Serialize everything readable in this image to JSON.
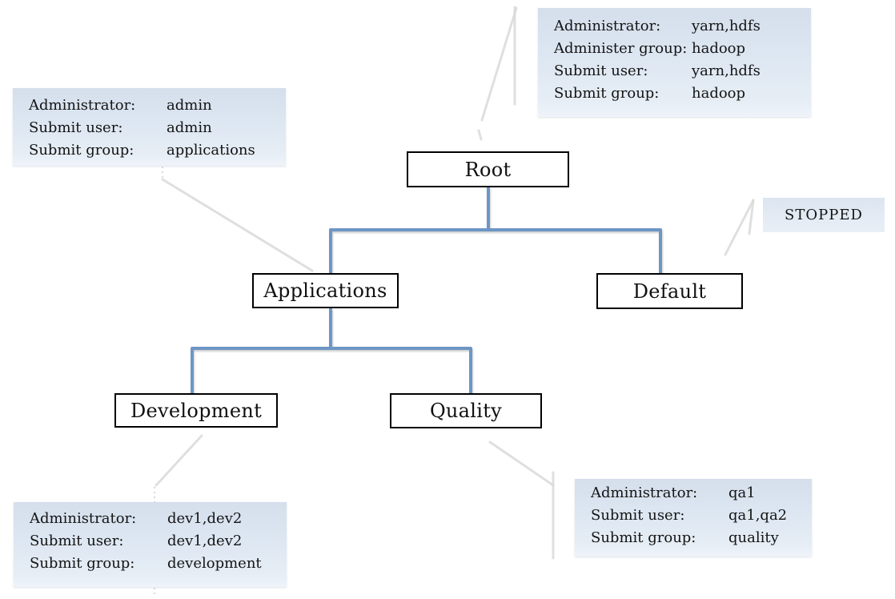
{
  "nodes": {
    "root": {
      "label": "Root"
    },
    "applications": {
      "label": "Applications"
    },
    "default": {
      "label": "Default"
    },
    "development": {
      "label": "Development"
    },
    "quality": {
      "label": "Quality"
    }
  },
  "status": {
    "label": "STOPPED"
  },
  "callouts": {
    "root": {
      "rows": [
        {
          "label": "Administrator:",
          "value": "yarn,hdfs"
        },
        {
          "label": "Administer group:",
          "value": "hadoop"
        },
        {
          "label": "Submit user:",
          "value": "yarn,hdfs"
        },
        {
          "label": "Submit group:",
          "value": "hadoop"
        }
      ]
    },
    "applications": {
      "rows": [
        {
          "label": "Administrator:",
          "value": "admin"
        },
        {
          "label": "Submit user:",
          "value": "admin"
        },
        {
          "label": "Submit group:",
          "value": "applications"
        }
      ]
    },
    "development": {
      "rows": [
        {
          "label": "Administrator:",
          "value": "dev1,dev2"
        },
        {
          "label": "Submit user:",
          "value": "dev1,dev2"
        },
        {
          "label": "Submit group:",
          "value": "development"
        }
      ]
    },
    "quality": {
      "rows": [
        {
          "label": "Administrator:",
          "value": "qa1"
        },
        {
          "label": "Submit user:",
          "value": "qa1,qa2"
        },
        {
          "label": "Submit group:",
          "value": "quality"
        }
      ]
    }
  },
  "colors": {
    "connector": "#6d96c5",
    "leader": "#d9d9d9",
    "callout_bg": "#dde7f2",
    "callout_bg_top": "#d5dfec",
    "status_bg": "#dce5f0",
    "node_border": "#000000"
  }
}
